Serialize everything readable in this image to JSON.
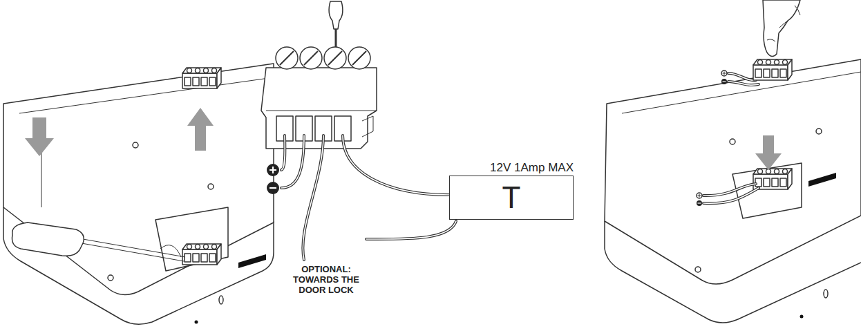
{
  "diagram": {
    "nodes": [
      {
        "text": [
          "12V 1Amp MAX",
          "T"
        ]
      }
    ],
    "edges": [],
    "labels": [
      "OPTIONAL: TOWARDS THE DOOR LOCK"
    ]
  }
}
